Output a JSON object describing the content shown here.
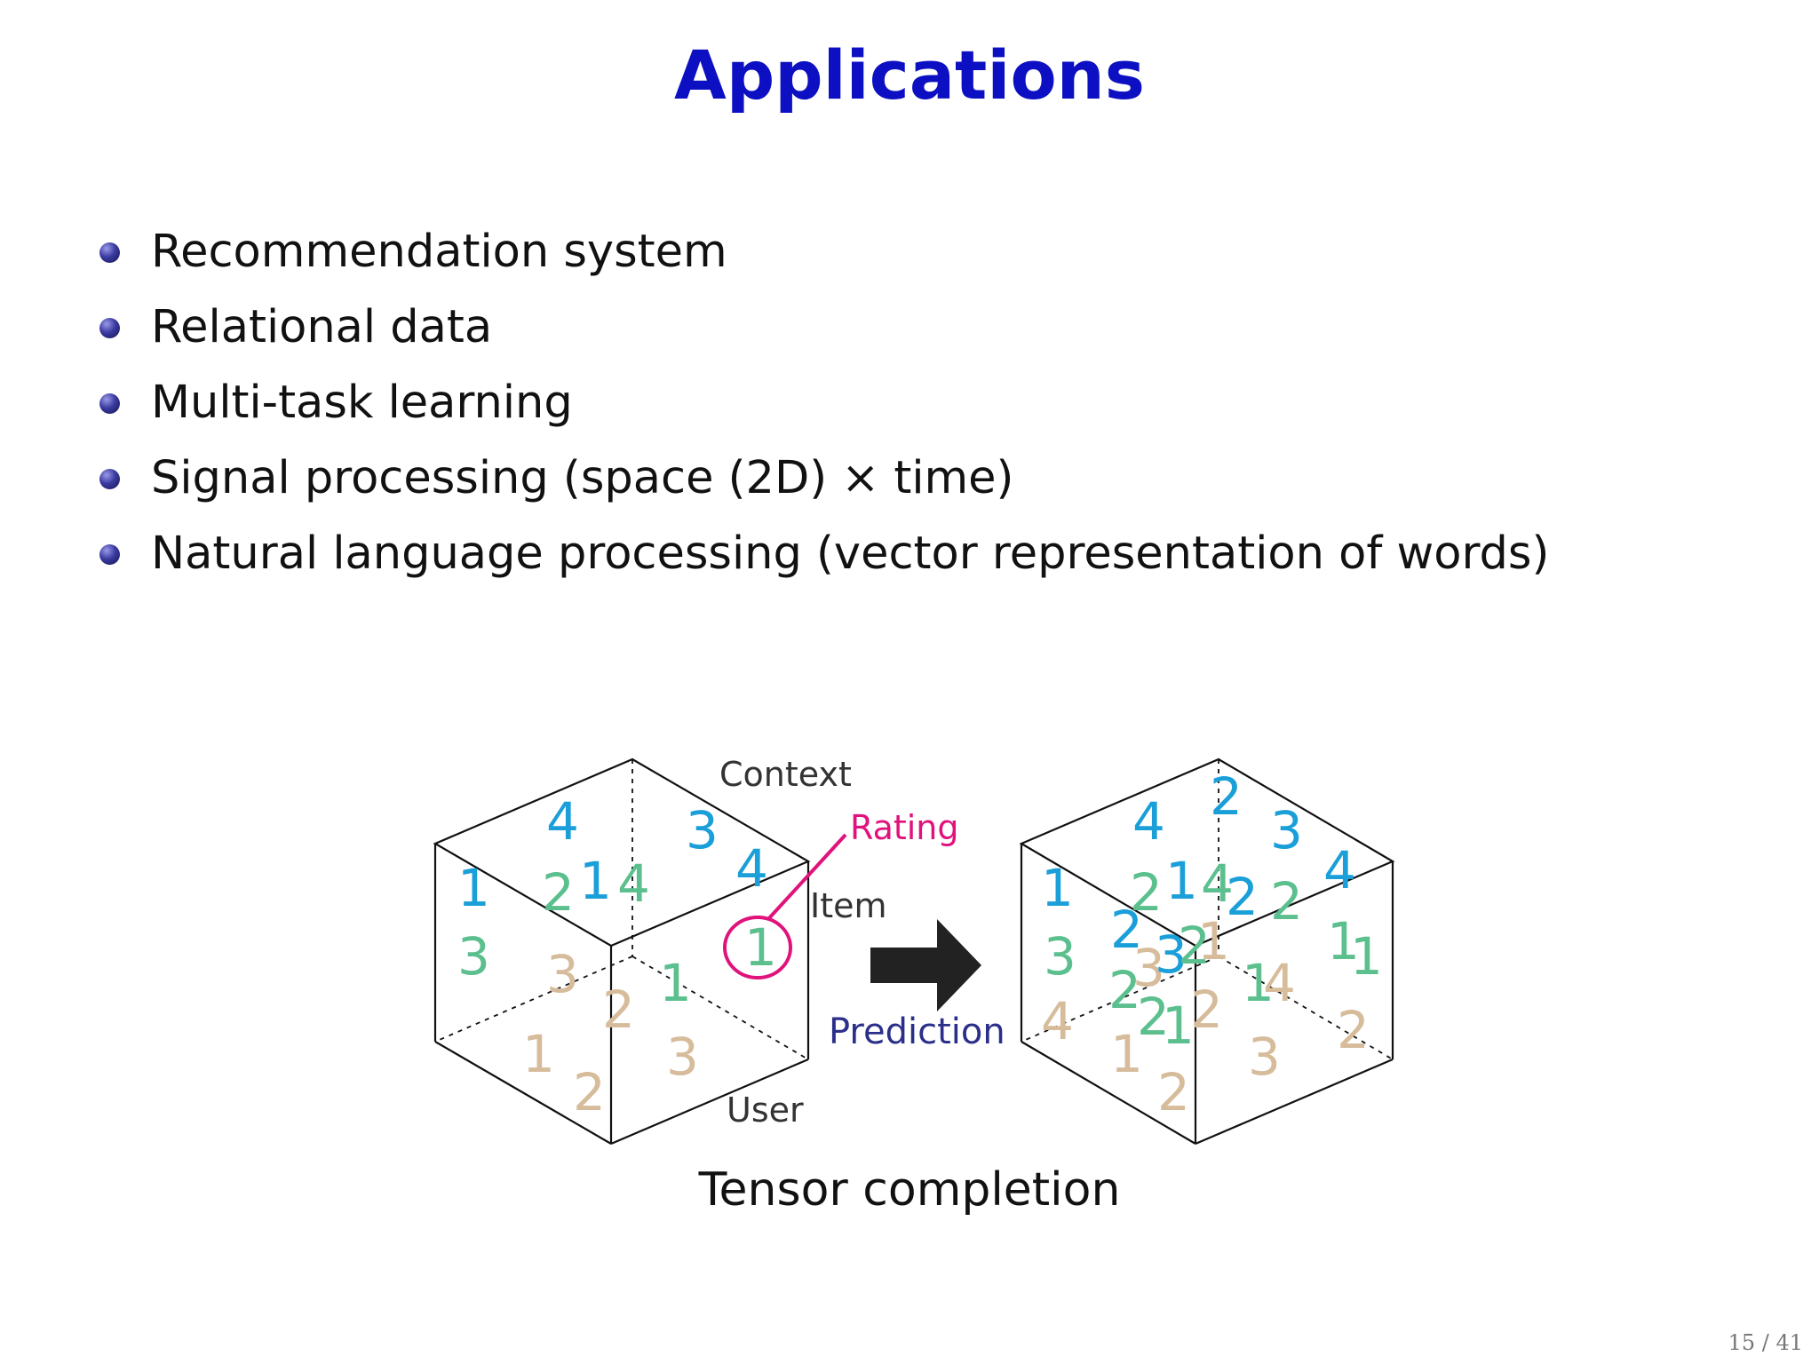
{
  "title": "Applications",
  "bullets": [
    "Recommendation system",
    "Relational data",
    "Multi-task learning",
    "Signal processing (space (2D) × time)",
    "Natural language processing (vector representation of words)"
  ],
  "figure": {
    "labels": {
      "context": "Context",
      "rating": "Rating",
      "item": "Item",
      "user": "User",
      "prediction": "Prediction"
    },
    "left_cube_numbers": [
      "4",
      "3",
      "1",
      "2",
      "1",
      "4",
      "4",
      "3",
      "3",
      "2",
      "1",
      "1",
      "3",
      "2",
      "1"
    ],
    "right_cube_numbers": [
      "4",
      "2",
      "3",
      "1",
      "2",
      "1",
      "4",
      "2",
      "2",
      "4",
      "1",
      "3",
      "2",
      "3",
      "3",
      "2",
      "2",
      "1",
      "1",
      "4",
      "4",
      "2",
      "1",
      "1",
      "2",
      "3",
      "2",
      "1",
      "2"
    ],
    "colors": {
      "blue": "#1a9fd8",
      "green": "#5bbf8e",
      "tan": "#d6bc9b",
      "magenta": "#e0127c",
      "prediction": "#2b2f8a",
      "arrow": "#222222"
    }
  },
  "caption": "Tensor completion",
  "page_number": "15 / 41"
}
